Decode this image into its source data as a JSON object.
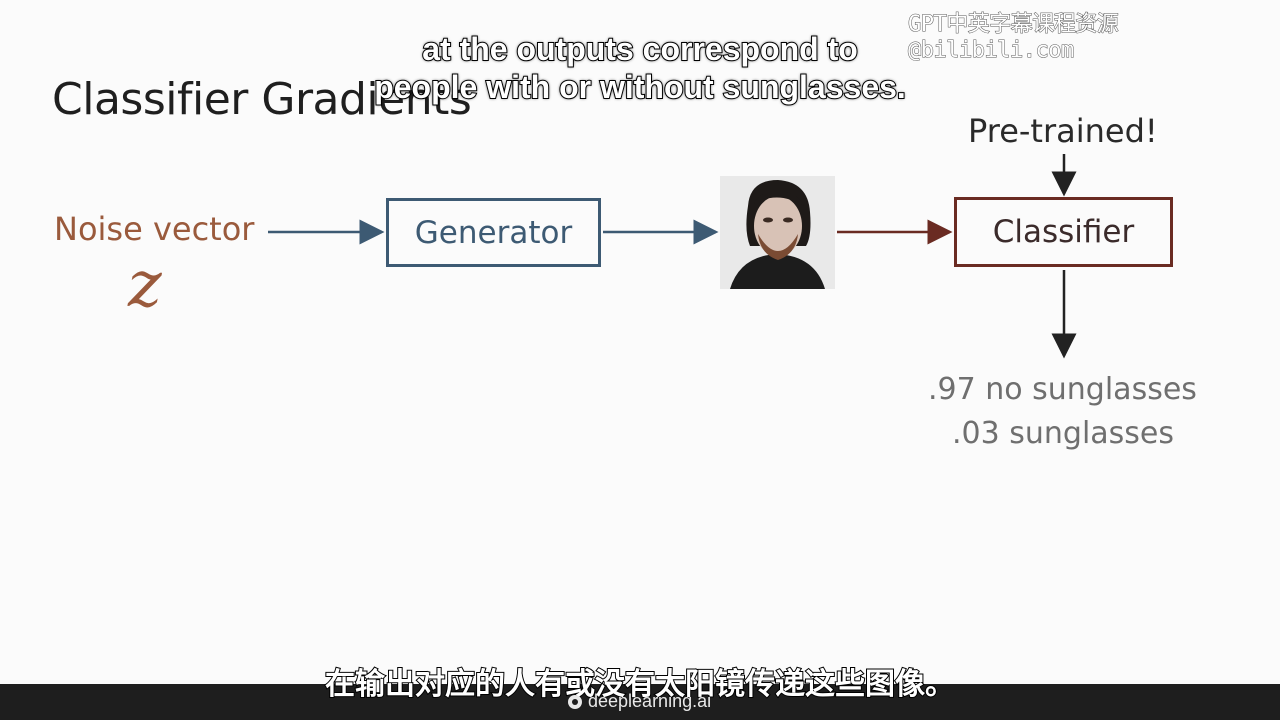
{
  "slide": {
    "title": "Classifier Gradients"
  },
  "diagram": {
    "noise_label": "Noise vector",
    "z_symbol": "z",
    "generator_label": "Generator",
    "classifier_label": "Classifier",
    "pretrained_label": "Pre-trained!",
    "outputs": [
      ".97 no sunglasses",
      ".03 sunglasses"
    ]
  },
  "subtitles": {
    "english_line1": "at the outputs correspond to",
    "english_line2": "people with or without sunglasses.",
    "chinese": "在输出对应的人有或没有太阳镜传递这些图像。"
  },
  "watermark": {
    "text": "GPT中英字幕课程资源@bilibili.com"
  },
  "footer": {
    "logo_text": "deeplearning.ai"
  },
  "colors": {
    "noise": "#9a5a3c",
    "generator": "#3d5a73",
    "classifier": "#6a2b22",
    "arrow_dark": "#222222"
  }
}
